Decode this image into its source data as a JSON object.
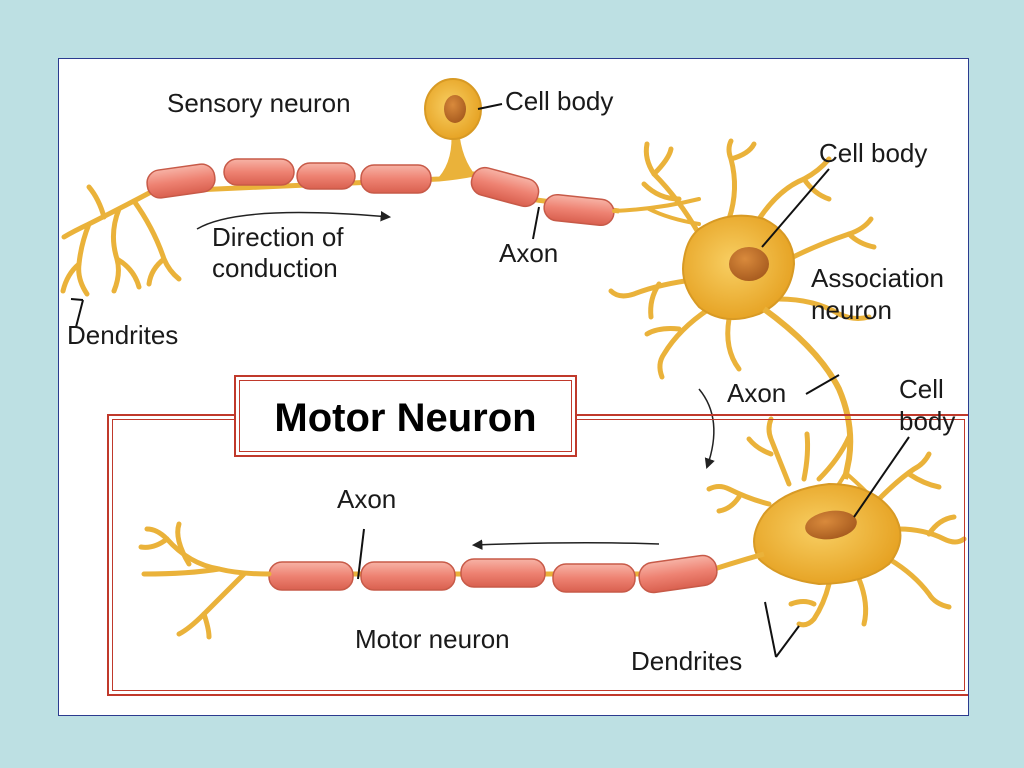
{
  "labels": {
    "sensory_neuron": "Sensory neuron",
    "cell_body_sensory": "Cell body",
    "direction_line1": "Direction of",
    "direction_line2": "conduction",
    "axon_sensory": "Axon",
    "dendrites_sensory": "Dendrites",
    "cell_body_assoc": "Cell body",
    "association_line1": "Association",
    "association_line2": "neuron",
    "axon_assoc": "Axon",
    "cell_body_motor_line1": "Cell",
    "cell_body_motor_line2": "body",
    "axon_motor": "Axon",
    "motor_neuron": "Motor neuron",
    "dendrites_motor": "Dendrites"
  },
  "title": "Motor Neuron",
  "colors": {
    "background": "#bde0e3",
    "neuron": "#f1b233",
    "myelin": "#ee8272",
    "frame": "#c0392b"
  }
}
